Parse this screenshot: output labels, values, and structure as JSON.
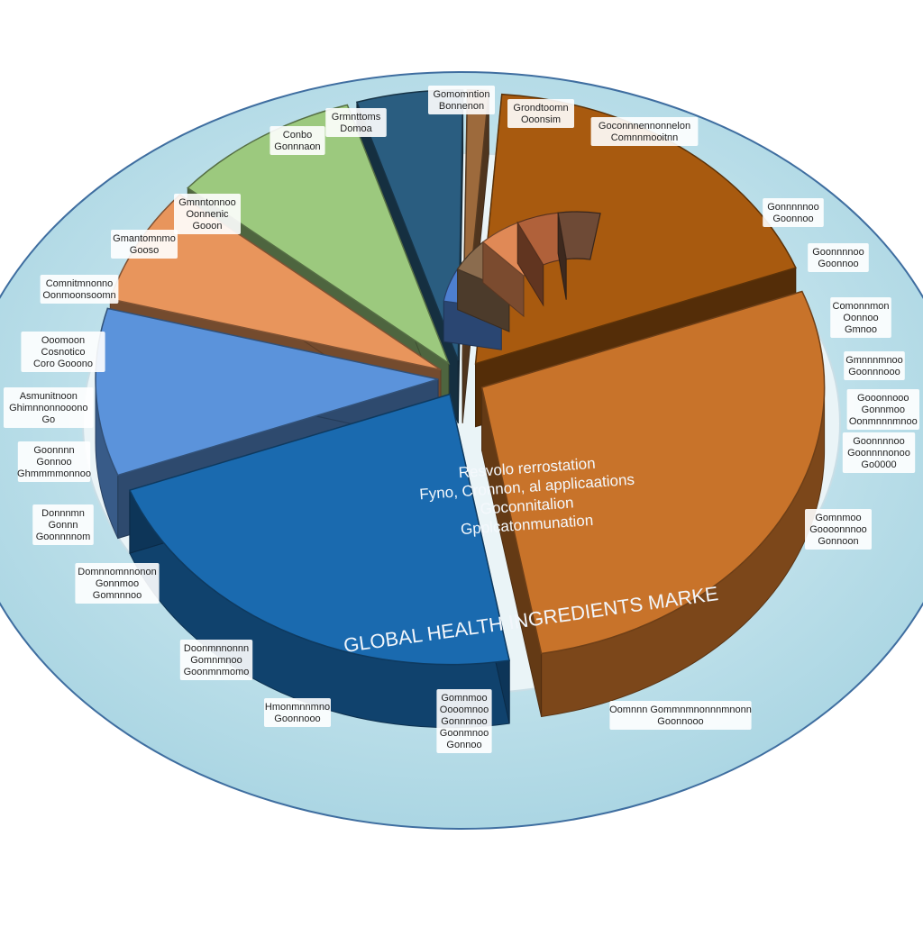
{
  "chart_data": {
    "type": "pie",
    "style": "3d-exploded",
    "title": "GLOBAL HEALTH INGREDIENTS MARKE",
    "legend": "none",
    "grid": false,
    "center_callout": [
      "Resvolo rerrostation",
      "Fyno, Cronnon, al applicaations",
      "Goconnitalion",
      "Gpplcatonmunation"
    ],
    "slices": [
      {
        "color": "#1a6aaf",
        "value": 22,
        "labels": []
      },
      {
        "color": "#5b93db",
        "value": 10,
        "labels": []
      },
      {
        "color": "#e8955c",
        "value": 7,
        "labels": []
      },
      {
        "color": "#9cc97e",
        "value": 9,
        "labels": []
      },
      {
        "color": "#2a5d80",
        "value": 5,
        "labels": []
      },
      {
        "color": "#9d6a3c",
        "value": 1,
        "labels": []
      },
      {
        "color": "#a85a0f",
        "value": 18,
        "labels": []
      },
      {
        "color": "#c8732a",
        "value": 28,
        "labels": []
      }
    ],
    "inner_ring": [
      {
        "color": "#4d7fd0",
        "value": 1
      },
      {
        "color": "#8b6c4e",
        "value": 1
      },
      {
        "color": "#e08956",
        "value": 1
      },
      {
        "color": "#b0613a",
        "value": 1
      },
      {
        "color": "#6e4a36",
        "value": 1
      }
    ],
    "annotations": [
      {
        "side": "top",
        "lines": [
          "Gomomntion",
          "Bonnenon"
        ]
      },
      {
        "side": "top",
        "lines": [
          "Grondtoomn",
          "Ooonsim"
        ]
      },
      {
        "side": "top-right",
        "lines": [
          "Goconnnennonnelon",
          "Comnnmooitnn"
        ]
      },
      {
        "side": "top-left",
        "lines": [
          "Conbo",
          "Gonnnaon"
        ]
      },
      {
        "side": "top-left",
        "lines": [
          "Grmnttoms",
          "Domoa"
        ]
      },
      {
        "side": "left",
        "lines": [
          "Gmnntonnoo",
          "Oonnenic",
          "Gooon"
        ]
      },
      {
        "side": "left",
        "lines": [
          "Gmantomnmo",
          "Gooso"
        ]
      },
      {
        "side": "left",
        "lines": [
          "Comnitmnonno",
          "Oonmoonsoomn"
        ]
      },
      {
        "side": "left",
        "lines": [
          "Ooomoon",
          "Cosnotico",
          "Coro   Gooono"
        ]
      },
      {
        "side": "left",
        "lines": [
          "Asmunitnoon",
          "Ghimnnonnooono",
          "Go"
        ]
      },
      {
        "side": "left",
        "lines": [
          "Goonnnn",
          "Gonnoo",
          "Ghmmmmonnoo"
        ]
      },
      {
        "side": "left",
        "lines": [
          "Donnnmn",
          "Gonnn",
          "Goonnnnom"
        ]
      },
      {
        "side": "bottom-left",
        "lines": [
          "Domnnomnnonon",
          "Gonnmoo",
          "Gomnnnoo"
        ]
      },
      {
        "side": "bottom-left",
        "lines": [
          "Doonmnnonnn",
          "Gomnmnoo",
          "Goonmnmomo"
        ]
      },
      {
        "side": "bottom",
        "lines": [
          "Hmonmnnmno",
          "Goonnooo"
        ]
      },
      {
        "side": "bottom",
        "lines": [
          "Gomnmoo",
          "Oooomnoo",
          "Gonnnnoo",
          "Goonmnoo",
          "Gonnoo"
        ]
      },
      {
        "side": "bottom-right",
        "lines": [
          "Oomnnn Gommnmnonnnmnonn",
          "Goonnooo"
        ]
      },
      {
        "side": "right",
        "lines": [
          "Gomnmoo",
          "Goooonnnoo",
          "Gonnoon"
        ]
      },
      {
        "side": "right",
        "lines": [
          "Goonnnnoo",
          "Goonnnnonoo",
          "Go0000"
        ]
      },
      {
        "side": "right",
        "lines": [
          "Gooonnooo",
          "Gonnmoo",
          "Oonmnnnmnoo"
        ]
      },
      {
        "side": "right",
        "lines": [
          "Gmnnnmnoo",
          "Goonnnooo"
        ]
      },
      {
        "side": "right",
        "lines": [
          "Comonnmon",
          "Oonnoo",
          "Gmnoo"
        ]
      },
      {
        "side": "right",
        "lines": [
          "Goonnnnoo",
          "Goonnoo"
        ]
      },
      {
        "side": "right",
        "lines": [
          "Gonnnnnoo",
          "Goonnoo"
        ]
      }
    ]
  }
}
